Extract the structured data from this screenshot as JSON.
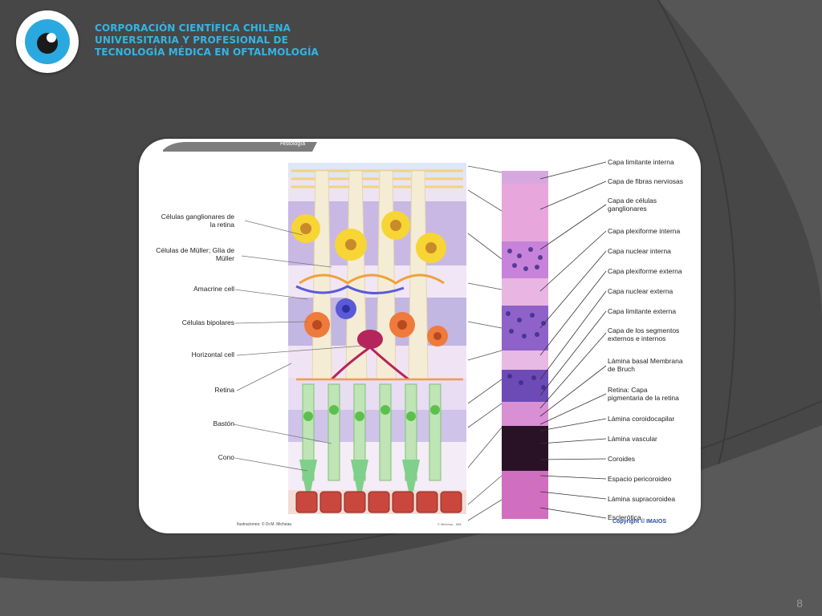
{
  "header": {
    "logo_icon": "eye-icon",
    "org_lines": [
      "CORPORACIÓN CIENTÍFICA CHILENA",
      "UNIVERSITARIA Y PROFESIONAL DE",
      "TECNOLOGÍA MÉDICA EN OFTALMOLOGÍA"
    ]
  },
  "figure": {
    "banner": "Histología",
    "left_labels": [
      "Células ganglionares de\nla retina",
      "Células de Müller; Glía de\nMüller",
      "Amacrine cell",
      "Células bipolares",
      "Horizontal cell",
      "Retina",
      "Bastón",
      "Cono"
    ],
    "right_labels": [
      "Capa limitante interna",
      "Capa de fibras nerviosas",
      "Capa de células\nganglionares",
      "Capa plexiforme interna",
      "Capa nuclear interna",
      "Capa plexiforme externa",
      "Capa nuclear externa",
      "Capa limitante externa",
      "Capa de los segmentos\nexternos e internos",
      "Lámina basal  Membrana\nde Bruch",
      "Retina: Capa\npigmentaria de la retina",
      "Lámina coroidocapilar",
      "Lámina vascular",
      "Coroides",
      "Espacio pericoroideo",
      "Lámina supracoroidea",
      "Esclerótica"
    ],
    "credit": "Ilustraciones: © Dr.M. Micheau",
    "credit_small": "© Micheau - IMA",
    "copyright": "Copyright © IMAIOS"
  },
  "colors": {
    "accent": "#33b5e5",
    "background": "#4a4a4a"
  },
  "page_number": "8"
}
